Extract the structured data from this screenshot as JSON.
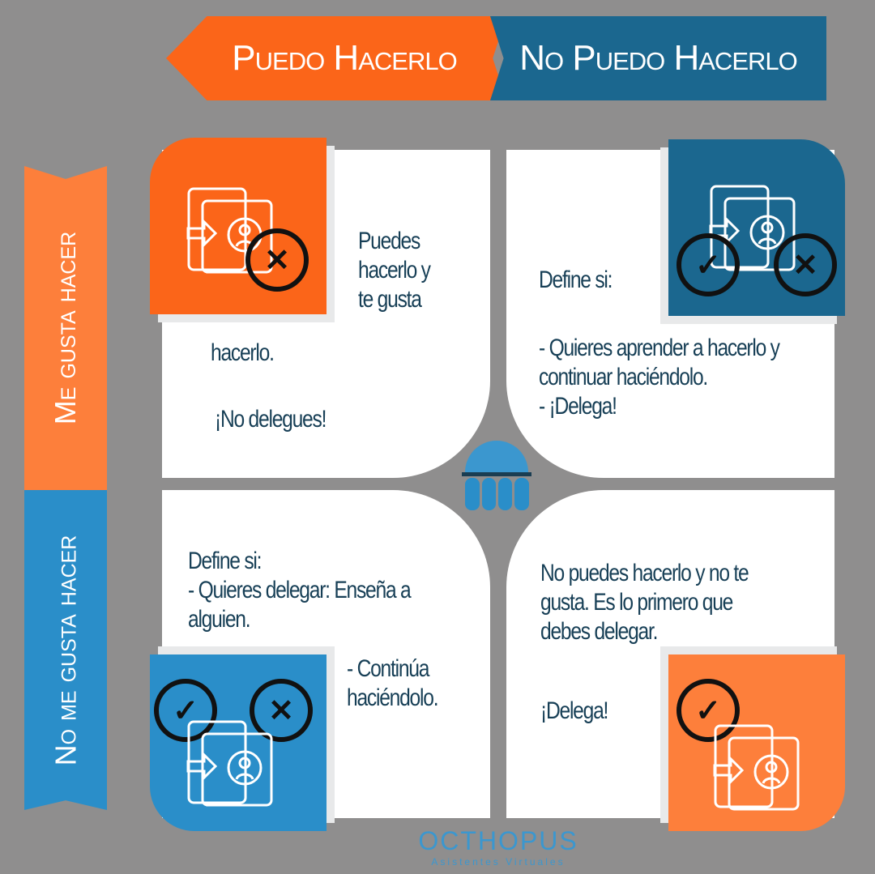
{
  "header": {
    "can_label": "Puedo Hacerlo",
    "cannot_label": "No Puedo Hacerlo"
  },
  "side": {
    "like_label": "Me gusta hacer",
    "dislike_label": "No me gusta hacer"
  },
  "quadrants": [
    {
      "text_a": "Puedes\nhacerlo y\nte gusta",
      "text_b": "hacerlo.",
      "text_c": "¡No delegues!",
      "icons": [
        "document-user-icon",
        "x-circle-icon"
      ]
    },
    {
      "text_a": "Define si:",
      "text_b": "- Quieres aprender  a hacerlo y\ncontinuar haciéndolo.\n- ¡Delega!",
      "icons": [
        "document-user-icon",
        "check-circle-icon",
        "x-circle-icon"
      ]
    },
    {
      "text_a": "Define si:\n- Quieres delegar: Enseña a\nalguien.",
      "text_b": "- Continúa\nhaciéndolo.",
      "icons": [
        "check-circle-icon",
        "x-circle-icon",
        "document-user-icon"
      ]
    },
    {
      "text_a": "No puedes hacerlo y no te\ngusta. Es lo primero que\ndebes delegar.",
      "text_b": "¡Delega!",
      "icons": [
        "check-circle-icon",
        "document-user-icon"
      ]
    }
  ],
  "logo": {
    "name": "OCTHOPUS",
    "tagline": "Asistentes Virtuales"
  },
  "colors": {
    "orange": "#fb6519",
    "light_orange": "#fd7f3b",
    "dark_blue": "#1b678f",
    "blue": "#2a8ec9",
    "text": "#173f56",
    "background": "#8f8e8e"
  }
}
